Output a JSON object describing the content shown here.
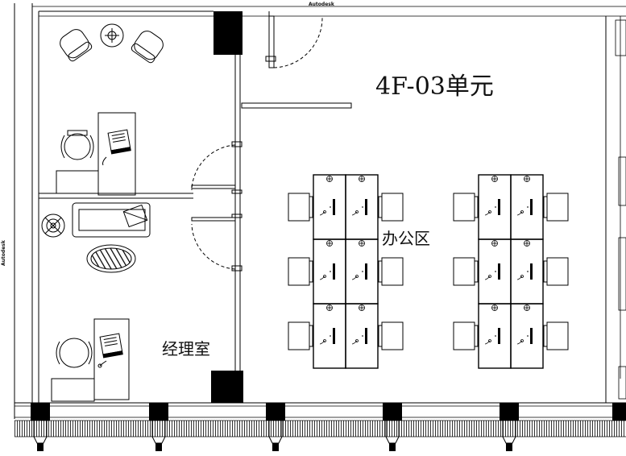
{
  "watermark": {
    "top": "Autodesk",
    "side": "Autodesk"
  },
  "rooms": {
    "unit_title": "4F-03单元",
    "office_area": "办公区",
    "manager_room": "经理室"
  }
}
